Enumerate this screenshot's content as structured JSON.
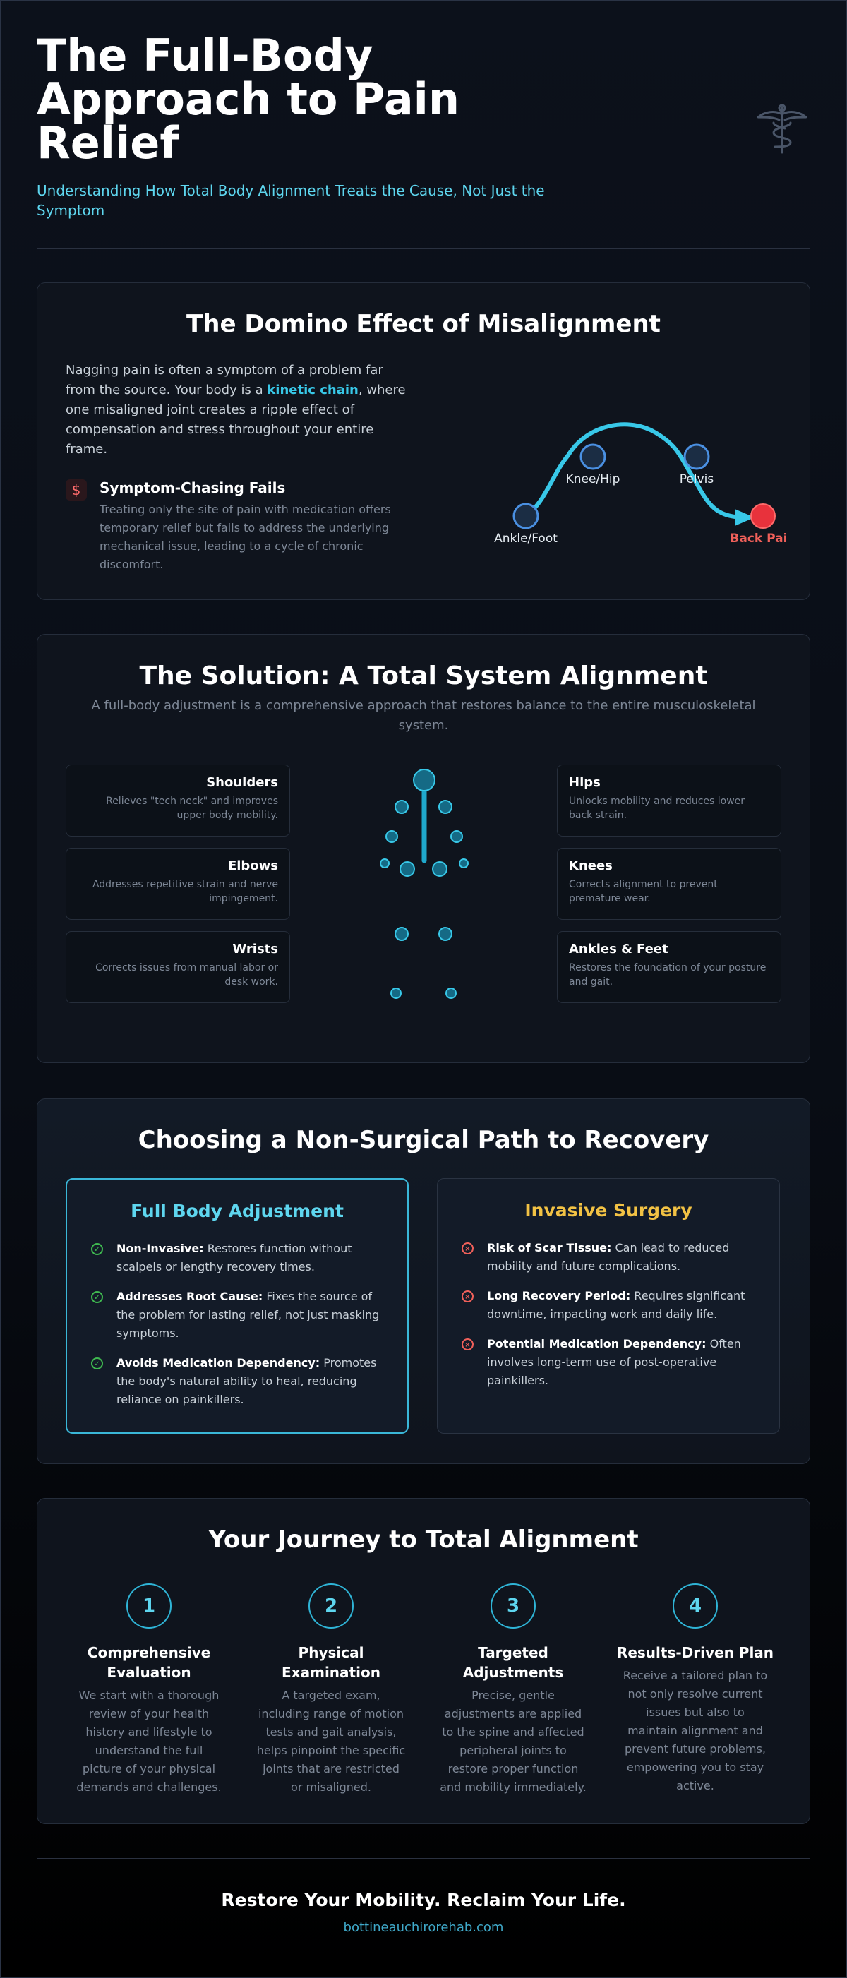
{
  "header": {
    "title": "The Full-Body Approach to Pain Relief",
    "subtitle": "Understanding How Total Body Alignment Treats the Cause, Not Just the Symptom",
    "logo_icon": "caduceus-icon"
  },
  "domino": {
    "title": "The Domino Effect of Misalignment",
    "text_before": "Nagging pain is often a symptom of a problem far from the source. Your body is a ",
    "text_highlight": "kinetic chain",
    "text_after": ", where one misaligned joint creates a ripple effect of compensation and stress throughout your entire frame.",
    "symptom_icon": "dollar-icon",
    "symptom_title": "Symptom-Chasing Fails",
    "symptom_text": "Treating only the site of pain with medication offers temporary relief but fails to address the underlying mechanical issue, leading to a cycle of chronic discomfort.",
    "chain_labels": [
      "Ankle/Foot",
      "Knee/Hip",
      "Pelvis",
      "Back Pain"
    ],
    "colors": {
      "accent": "#38c8e8",
      "pain": "#e8323c"
    }
  },
  "solution": {
    "title": "The Solution: A Total System Alignment",
    "subtitle": "A full-body adjustment is a comprehensive approach that restores balance to the entire musculoskeletal system.",
    "left": [
      {
        "name": "Shoulders",
        "desc": "Relieves \"tech neck\" and improves upper body mobility."
      },
      {
        "name": "Elbows",
        "desc": "Addresses repetitive strain and nerve impingement."
      },
      {
        "name": "Wrists",
        "desc": "Corrects issues from manual labor or desk work."
      }
    ],
    "right": [
      {
        "name": "Hips",
        "desc": "Unlocks mobility and reduces lower back strain."
      },
      {
        "name": "Knees",
        "desc": "Corrects alignment to prevent premature wear."
      },
      {
        "name": "Ankles & Feet",
        "desc": "Restores the foundation of your posture and gait."
      }
    ]
  },
  "path": {
    "title": "Choosing a Non-Surgical Path to Recovery",
    "good": {
      "title": "Full Body Adjustment",
      "color": "#5ed6ef",
      "items": [
        {
          "bold": "Non-Invasive:",
          "text": " Restores function without scalpels or lengthy recovery times."
        },
        {
          "bold": "Addresses Root Cause:",
          "text": " Fixes the source of the problem for lasting relief, not just masking symptoms."
        },
        {
          "bold": "Avoids Medication Dependency:",
          "text": " Promotes the body's natural ability to heal, reducing reliance on painkillers."
        }
      ]
    },
    "bad": {
      "title": "Invasive Surgery",
      "color": "#f2c244",
      "items": [
        {
          "bold": "Risk of Scar Tissue:",
          "text": " Can lead to reduced mobility and future complications."
        },
        {
          "bold": "Long Recovery Period:",
          "text": " Requires significant downtime, impacting work and daily life."
        },
        {
          "bold": "Potential Medication Dependency:",
          "text": " Often involves long-term use of post-operative painkillers."
        }
      ]
    }
  },
  "journey": {
    "title": "Your Journey to Total Alignment",
    "steps": [
      {
        "num": "1",
        "title": "Comprehensive Evaluation",
        "text": "We start with a thorough review of your health history and lifestyle to understand the full picture of your physical demands and challenges."
      },
      {
        "num": "2",
        "title": "Physical Examination",
        "text": "A targeted exam, including range of motion tests and gait analysis, helps pinpoint the specific joints that are restricted or misaligned."
      },
      {
        "num": "3",
        "title": "Targeted Adjustments",
        "text": "Precise, gentle adjustments are applied to the spine and affected peripheral joints to restore proper function and mobility immediately."
      },
      {
        "num": "4",
        "title": "Results-Driven Plan",
        "text": "Receive a tailored plan to not only resolve current issues but also to maintain alignment and prevent future problems, empowering you to stay active."
      }
    ]
  },
  "footer": {
    "headline": "Restore Your Mobility. Reclaim Your Life.",
    "link": "bottineauchirorehab.com"
  }
}
